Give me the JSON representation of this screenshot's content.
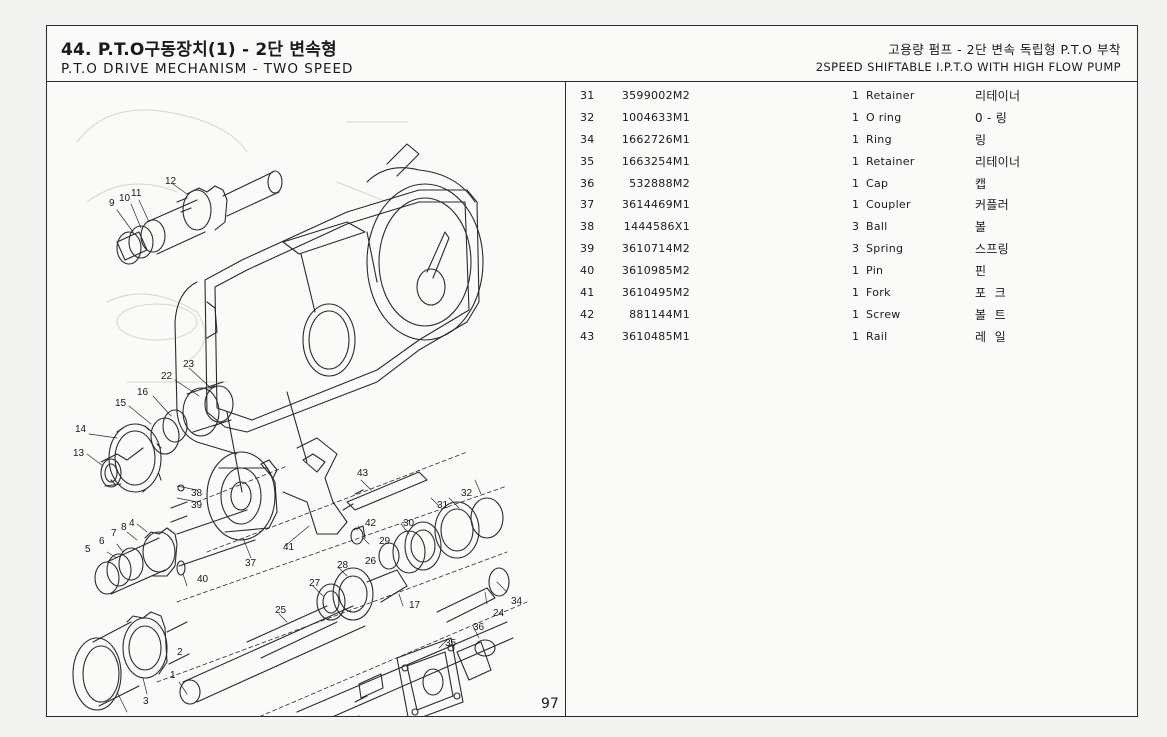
{
  "header": {
    "title_ko": "44. P.T.O구동장치(1) - 2단 변속형",
    "title_en": "P.T.O DRIVE MECHANISM - TWO SPEED",
    "subtitle_ko": "고용량 펌프 - 2단 변속 독립형 P.T.O 부착",
    "subtitle_en": "2SPEED SHIFTABLE I.P.T.O WITH HIGH FLOW PUMP"
  },
  "page_number": "97",
  "diagram": {
    "callouts": [
      "1",
      "2",
      "3",
      "4",
      "5",
      "6",
      "7",
      "8",
      "9",
      "10",
      "11",
      "12",
      "13",
      "14",
      "15",
      "16",
      "17",
      "22",
      "23",
      "24",
      "25",
      "26",
      "27",
      "28",
      "29",
      "30",
      "31",
      "32",
      "34",
      "35",
      "36",
      "37",
      "38",
      "39",
      "40",
      "41",
      "42",
      "43"
    ]
  },
  "parts": [
    {
      "ref": "31",
      "part_no": "3599002M2",
      "qty": "1",
      "name_en": "Retainer",
      "name_ko": "리테이너"
    },
    {
      "ref": "32",
      "part_no": "1004633M1",
      "qty": "1",
      "name_en": "O ring",
      "name_ko": "0 - 링"
    },
    {
      "ref": "34",
      "part_no": "1662726M1",
      "qty": "1",
      "name_en": "Ring",
      "name_ko": "링"
    },
    {
      "ref": "35",
      "part_no": "1663254M1",
      "qty": "1",
      "name_en": "Retainer",
      "name_ko": "리테이너"
    },
    {
      "ref": "36",
      "part_no": "532888M2",
      "qty": "1",
      "name_en": "Cap",
      "name_ko": "캡"
    },
    {
      "ref": "37",
      "part_no": "3614469M1",
      "qty": "1",
      "name_en": "Coupler",
      "name_ko": "커플러"
    },
    {
      "ref": "38",
      "part_no": "1444586X1",
      "qty": "3",
      "name_en": "Ball",
      "name_ko": "볼"
    },
    {
      "ref": "39",
      "part_no": "3610714M2",
      "qty": "3",
      "name_en": "Spring",
      "name_ko": "스프링"
    },
    {
      "ref": "40",
      "part_no": "3610985M2",
      "qty": "1",
      "name_en": "Pin",
      "name_ko": "핀"
    },
    {
      "ref": "41",
      "part_no": "3610495M2",
      "qty": "1",
      "name_en": "Fork",
      "name_ko": "포  크"
    },
    {
      "ref": "42",
      "part_no": "881144M1",
      "qty": "1",
      "name_en": "Screw",
      "name_ko": "볼  트"
    },
    {
      "ref": "43",
      "part_no": "3610485M1",
      "qty": "1",
      "name_en": "Rail",
      "name_ko": "레  일"
    }
  ]
}
